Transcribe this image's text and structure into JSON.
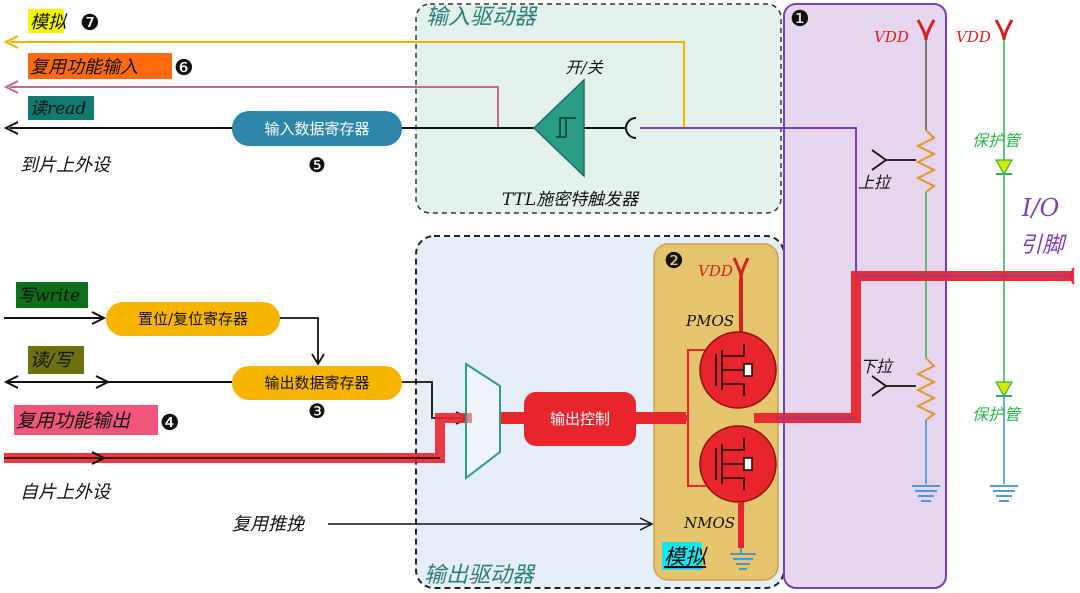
{
  "labels": {
    "analog_top": "模拟",
    "analog_top_num": "❼",
    "alt_in": "复用功能输入",
    "alt_in_num": "❻",
    "read_label": "读read",
    "input_block_title": "输入驱动器",
    "switch_label": "开/关",
    "input_reg": "输入数据寄存器",
    "input_reg_num": "❺",
    "to_periph": "到片上外设",
    "schmitt": "TTL施密特触发器",
    "vdd1": "VDD",
    "vdd2": "VDD",
    "vdd3": "VDD",
    "block1_num": "❶",
    "block2_num": "❷",
    "pullup": "上拉",
    "pulldown": "下拉",
    "protect_top": "保护管",
    "protect_bot": "保护管",
    "io_line1": "I/O",
    "io_line2": "引脚",
    "write_label": "写write",
    "set_reset_reg": "置位/复位寄存器",
    "rw_label": "读/写",
    "output_reg": "输出数据寄存器",
    "output_reg_num": "❸",
    "alt_out": "复用功能输出",
    "alt_out_num": "❹",
    "from_periph": "自片上外设",
    "output_ctrl": "输出控制",
    "pmos": "PMOS",
    "nmos": "NMOS",
    "alt_pushpull": "复用推挽",
    "output_block_title": "输出驱动器",
    "analog_bottom": "模拟"
  },
  "colors": {
    "input_block_bg": "#e4f2ee",
    "output_block_bg": "#e6eef8",
    "purple_block_bg": "#e6d6ee",
    "mos_block_bg": "#e7c46e",
    "reg_blue": "#2e86a8",
    "reg_orange": "#f7b500",
    "red": "#e8242c",
    "schmitt_teal": "#2a9d86",
    "purple_line": "#7a3fb0",
    "gold_line": "#f0b400",
    "pink_line": "#c46a8a",
    "green": "#2fb24a",
    "ground_blue": "#3a8fd8"
  }
}
